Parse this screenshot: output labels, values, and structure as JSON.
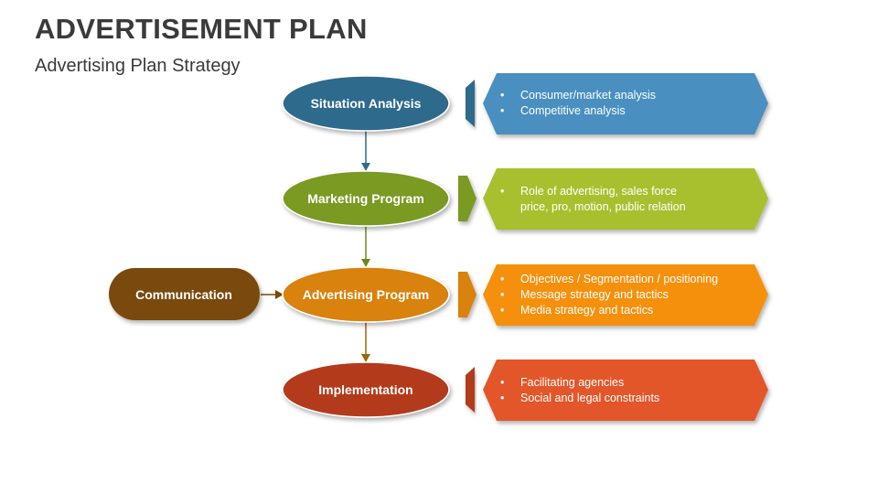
{
  "title": "ADVERTISEMENT PLAN",
  "subtitle": "Advertising Plan Strategy",
  "colors": {
    "situation": "#2e6b8c",
    "situation_box": "#4a8fbf",
    "marketing": "#7a9a22",
    "marketing_box": "#a8c02e",
    "advertising": "#d9820d",
    "advertising_box": "#f5900a",
    "communication": "#7a4a07",
    "implementation": "#b33a1a",
    "implementation_box": "#e2572b"
  },
  "nodes": {
    "situation": "Situation Analysis",
    "marketing": "Marketing Program",
    "advertising": "Advertising Program",
    "implementation": "Implementation",
    "communication": "Communication"
  },
  "details": {
    "situation": [
      "Consumer/market analysis",
      "Competitive analysis"
    ],
    "marketing": [
      "Role of advertising, sales force",
      "price, pro, motion, public relation"
    ],
    "advertising": [
      "Objectives / Segmentation / positioning",
      "Message strategy and tactics",
      "Media strategy and tactics"
    ],
    "implementation": [
      "Facilitating agencies",
      "Social and legal  constraints"
    ]
  }
}
